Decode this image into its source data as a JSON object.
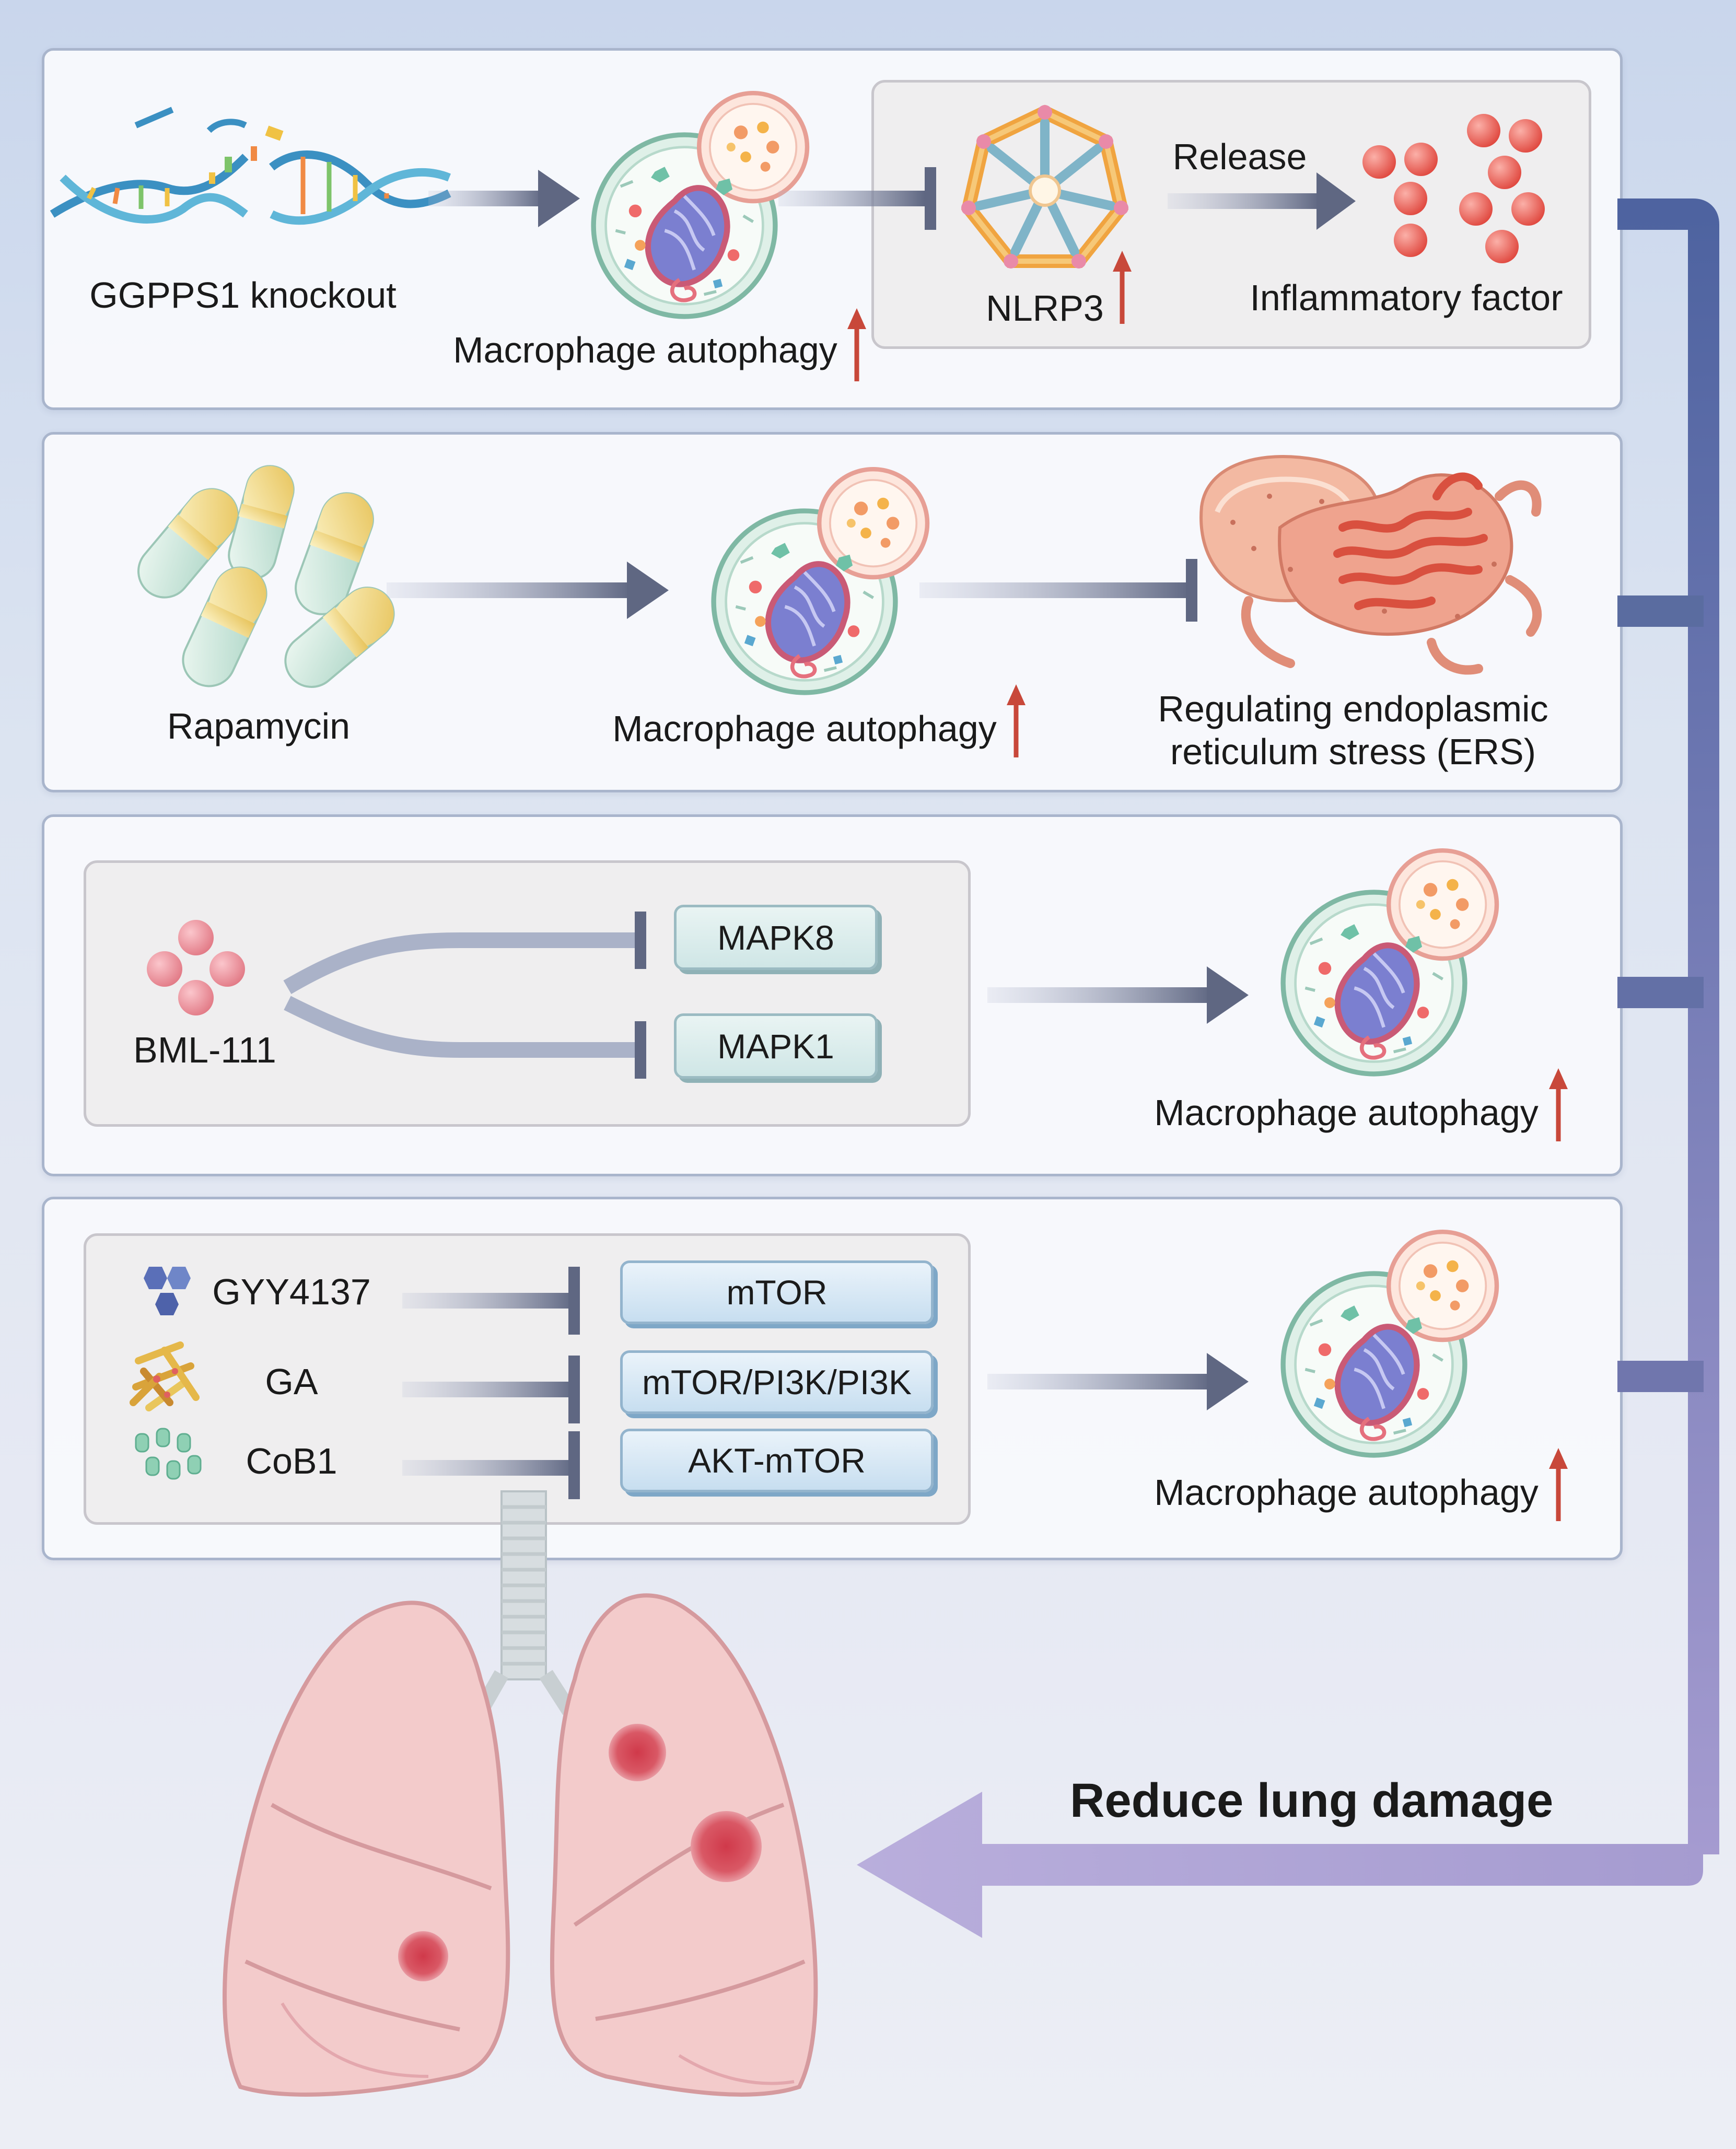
{
  "panel1": {
    "ggpps1": "GGPPS1 knockout",
    "macrophage": "Macrophage autophagy",
    "nlrp3": "NLRP3",
    "release": "Release",
    "inflammatory": "Inflammatory factor"
  },
  "panel2": {
    "rapamycin": "Rapamycin",
    "macrophage": "Macrophage autophagy",
    "ers_line1": "Regulating endoplasmic",
    "ers_line2": "reticulum stress (ERS)"
  },
  "panel3": {
    "bml": "BML-111",
    "mapk8": "MAPK8",
    "mapk1": "MAPK1",
    "macrophage": "Macrophage autophagy"
  },
  "panel4": {
    "gyy": "GYY4137",
    "ga": "GA",
    "cob1": "CoB1",
    "mtor": "mTOR",
    "mtor_pi3k": "mTOR/PI3K/PI3K",
    "akt_mtor": "AKT-mTOR",
    "macrophage": "Macrophage autophagy"
  },
  "outcome": "Reduce lung damage",
  "colors": {
    "arrow": "#6b7390",
    "up_arrow": "#c8483a",
    "bracket": "#5a6c9e",
    "lung": "#f1c6c6",
    "lesion": "#d5505c"
  }
}
